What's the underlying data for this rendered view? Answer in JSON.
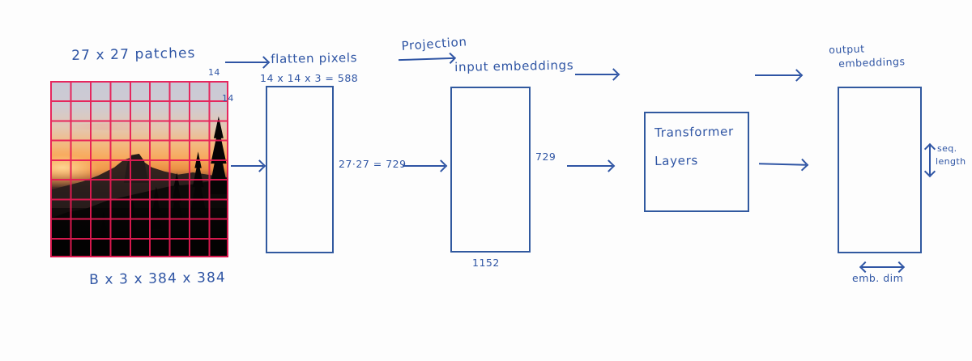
{
  "diagram": {
    "title": "Vision transformer patch embedding pipeline (hand-drawn whiteboard)",
    "ink_color": "#2f55a4",
    "grid_color": "#e81a54"
  },
  "labels": {
    "patches": "27 x 27 patches",
    "patch_h": "14",
    "patch_w": "14",
    "image_shape": "B x 3 x 384 x 384",
    "flatten": "flatten pixels",
    "flatten_dim": "14 x 14 x 3 = 588",
    "tokens_calc": "27·27 = 729",
    "projection": "Projection",
    "input_embeddings": "input embeddings",
    "tokens": "729",
    "emb_width": "1152",
    "transformer_line1": "Transformer",
    "transformer_line2": "Layers",
    "output_embeddings_line1": "output",
    "output_embeddings_line2": "embeddings",
    "seq_length_line1": "seq.",
    "seq_length_line2": "length",
    "emb_dim": "emb. dim"
  },
  "photo": {
    "alt": "sunset over mountain ridge with conifer silhouettes",
    "grid_rows": 9,
    "grid_cols": 9
  }
}
